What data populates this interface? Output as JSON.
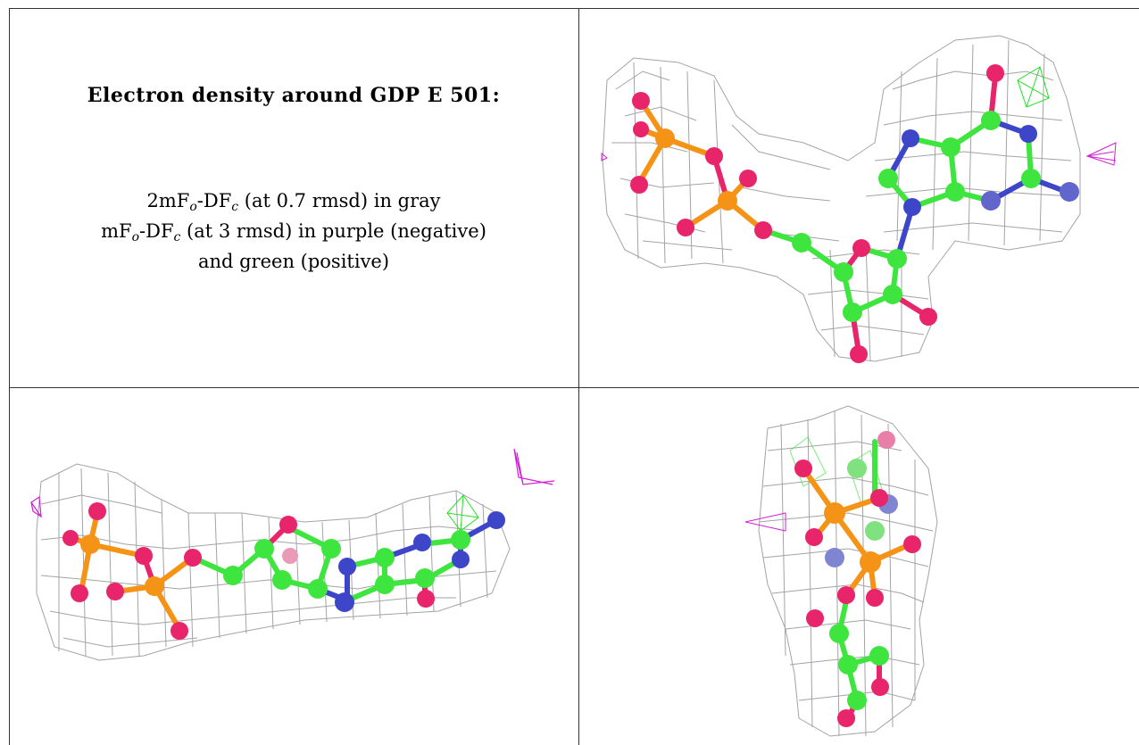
{
  "caption": {
    "title": "Electron density around GDP E 501:",
    "line1_prefix": "2mF",
    "line1_sub1": "o",
    "line1_mid": "-DF",
    "line1_sub2": "c",
    "line1_suffix": " (at 0.7 rmsd) in gray",
    "line2_prefix": "mF",
    "line2_sub1": "o",
    "line2_mid": "-DF",
    "line2_sub2": "c",
    "line2_suffix": " (at 3 rmsd) in purple (negative)",
    "line3": "and green (positive)"
  },
  "colors": {
    "mesh_gray": "#9a9a9a",
    "positive_green": "#22e022",
    "negative_purple": "#d21fd2",
    "carbon": "#3fe53f",
    "oxygen": "#e8246a",
    "nitrogen": "#3d45c8",
    "phosphorus": "#f59316"
  },
  "panels": [
    {
      "view": "top-right",
      "molecule": "GDP ball-and-stick"
    },
    {
      "view": "bottom-left",
      "molecule": "GDP ball-and-stick"
    },
    {
      "view": "bottom-right",
      "molecule": "GDP ball-and-stick"
    }
  ]
}
